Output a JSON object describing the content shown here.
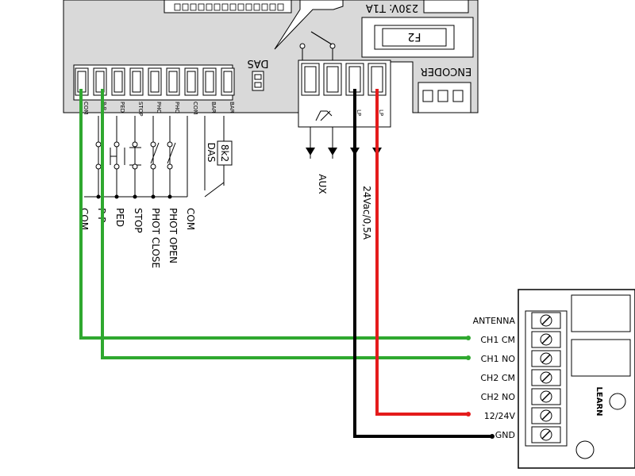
{
  "board": {
    "fuse_rating": "230V: T1A",
    "fuse_label": "F2",
    "encoder_label": "ENCODER",
    "das_label": "DAS",
    "terminal_labels": [
      "COM",
      "P-P",
      "PED",
      "STOP",
      "PHC",
      "PHO",
      "COM",
      "BAR",
      "BAR"
    ],
    "relay_terminal_labels": [
      "",
      "",
      "LP",
      "LP"
    ]
  },
  "wiring": {
    "input_labels": [
      "COM",
      "P-P",
      "PED",
      "STOP",
      "PHOT CLOSE",
      "PHOT OPEN",
      "COM"
    ],
    "das_text": "DAS",
    "resistor_text": "8k2",
    "aux_label": "AUX",
    "lamp_rating": "24Vac/0,5A"
  },
  "receiver": {
    "pins": [
      "ANTENNA",
      "CH1 CM",
      "CH1 NO",
      "CH2 CM",
      "CH2 NO",
      "12/24V",
      "GND"
    ],
    "learn_label": "LEARN"
  },
  "colors": {
    "wire_green": "#2fa82f",
    "wire_red": "#e41b1b",
    "wire_black": "#000000",
    "board_gray": "#d9d9d9"
  }
}
